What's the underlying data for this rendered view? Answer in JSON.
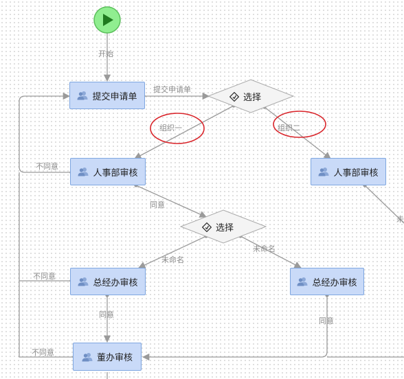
{
  "start_event": {
    "label": "开始",
    "color": "#90ee90"
  },
  "tasks": {
    "submit": "提交申请单",
    "hr_left": "人事部审核",
    "hr_right": "人事部审核",
    "gm_left": "总经办审核",
    "gm_right": "总经办审核",
    "board": "董办审核"
  },
  "gateways": {
    "g1": "选择",
    "g2": "选择"
  },
  "edge_labels": {
    "submit_to_gateway": "提交申请单",
    "hr_reject": "不同意",
    "hr_agree": "同意",
    "g2_left": "未命名",
    "g2_right": "未命名",
    "gm_left_reject": "不同意",
    "gm_left_agree": "同意",
    "gm_right_agree": "同意",
    "board_reject": "不同意",
    "hr_right_partial": "未"
  },
  "annotations": {
    "group1": "组织一",
    "group2": "组织二"
  },
  "colors": {
    "task_fill": "#c9daf8",
    "task_border": "#7ea6e0",
    "edge": "#9a9a9a",
    "annotation_ring": "#d9252b"
  }
}
